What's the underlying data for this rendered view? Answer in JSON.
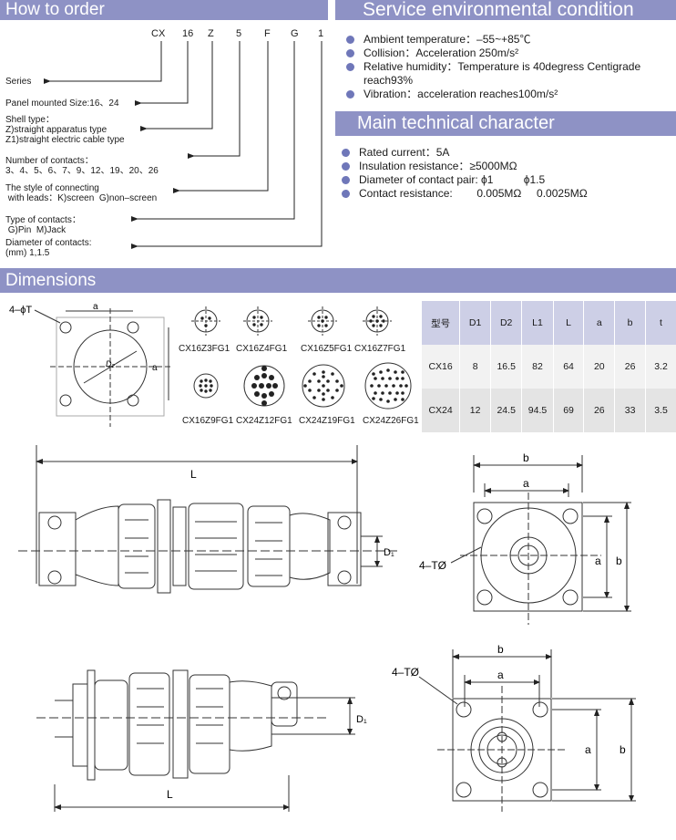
{
  "how_to_order": {
    "title": "How to order",
    "code": [
      "CX",
      "16",
      "Z",
      "5",
      "F",
      "G",
      "1"
    ],
    "series": "Series",
    "panel_size": "Panel mounted Size:16、24",
    "shell_type": "Shell type：\nZ)straight apparatus type\nZ1)straight electric cable type",
    "contacts_number": "Number of contacts：\n3、4、5、6、7、9、12、19、20、26",
    "connecting_style": "The style of connecting\n with leads：K)screen  G)non–screen",
    "contact_type": "Type of contacts：\n G)Pin  M)Jack",
    "contact_diameter": "Diameter of contacts:\n(mm) 1,1.5"
  },
  "service_env": {
    "title": "Service environmental condition",
    "items": [
      "Ambient temperature：–55~+85℃",
      "Collision：Acceleration 250m/s²",
      "Relative humidity：Temperature is 40degress Centigrade reach93%",
      "Vibration：acceleration reaches100m/s²"
    ]
  },
  "main_tech": {
    "title": "Main technical character",
    "items": [
      "Rated current：5A",
      "Insulation resistance：≥5000MΩ",
      "Diameter of contact pair: ϕ1          ϕ1.5",
      "Contact resistance:        0.005MΩ     0.0025MΩ"
    ]
  },
  "dimensions": {
    "title": "Dimensions",
    "flange_label": "4–ϕT",
    "flange_a": "a",
    "flange_d": "D₂",
    "connectors": [
      "CX16Z3FG1",
      "CX16Z4FG1",
      "CX16Z5FG1",
      "CX16Z7FG1",
      "CX16Z9FG1",
      "CX24Z12FG1",
      "CX24Z19FG1",
      "CX24Z26FG1"
    ],
    "table_headers": [
      "型号",
      "D1",
      "D2",
      "L1",
      "L",
      "a",
      "b",
      "t"
    ],
    "table_rows": [
      [
        "CX16",
        "8",
        "16.5",
        "82",
        "64",
        "20",
        "26",
        "3.2"
      ],
      [
        "CX24",
        "12",
        "24.5",
        "94.5",
        "69",
        "26",
        "33",
        "3.5"
      ]
    ],
    "drawing_labels": {
      "L": "L",
      "D1": "D₁",
      "b": "b",
      "a": "a",
      "four_t": "4–TØ"
    }
  }
}
